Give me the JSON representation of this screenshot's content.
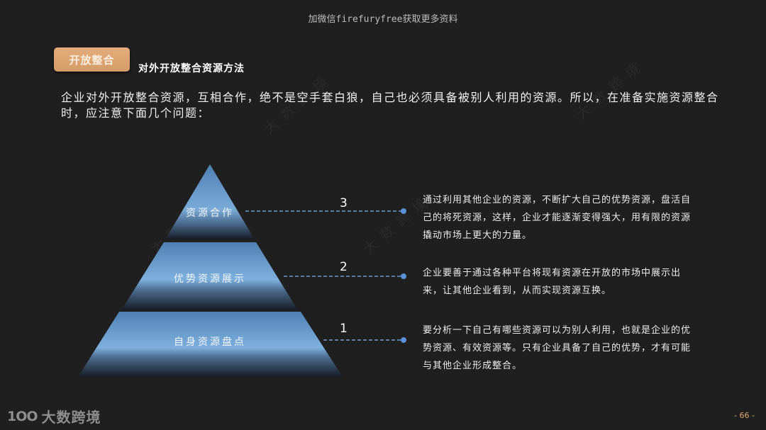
{
  "header": {
    "watermark": "加微信firefuryfree获取更多资料"
  },
  "section": {
    "tag_label": "开放整合",
    "title": "对外开放整合资源方法"
  },
  "intro_text": "企业对外开放整合资源，互相合作，绝不是空手套白狼，自己也必须具备被别人利用的资源。所以，在准备实施资源整合时，应注意下面几个问题：",
  "pyramid": {
    "layers": [
      {
        "number": "3",
        "label": "资源合作",
        "description": "通过利用其他企业的资源，不断扩大自己的优势资源，盘活自己的将死资源，这样，企业才能逐渐变得强大，用有限的资源撬动市场上更大的力量。"
      },
      {
        "number": "2",
        "label": "优势资源展示",
        "description": "企业要善于通过各种平台将现有资源在开放的市场中展示出来，让其他企业看到，从而实现资源互换。"
      },
      {
        "number": "1",
        "label": "自身资源盘点",
        "description": "要分析一下自己有哪些资源可以为别人利用，也就是企业的优势资源、有效资源等。只有企业具备了自己的优势，才有可能与其他企业形成整合。"
      }
    ],
    "colors": {
      "layer_top": "#6b9ed0",
      "layer_bottom": "#1c2430",
      "connector": "#6e9bd0",
      "dot": "#5b90d6"
    }
  },
  "footer": {
    "logo_mark": "1OO",
    "logo_text": "大数跨境",
    "page_number": "- 66 -"
  },
  "watermark_diagonal": "大数跨境"
}
